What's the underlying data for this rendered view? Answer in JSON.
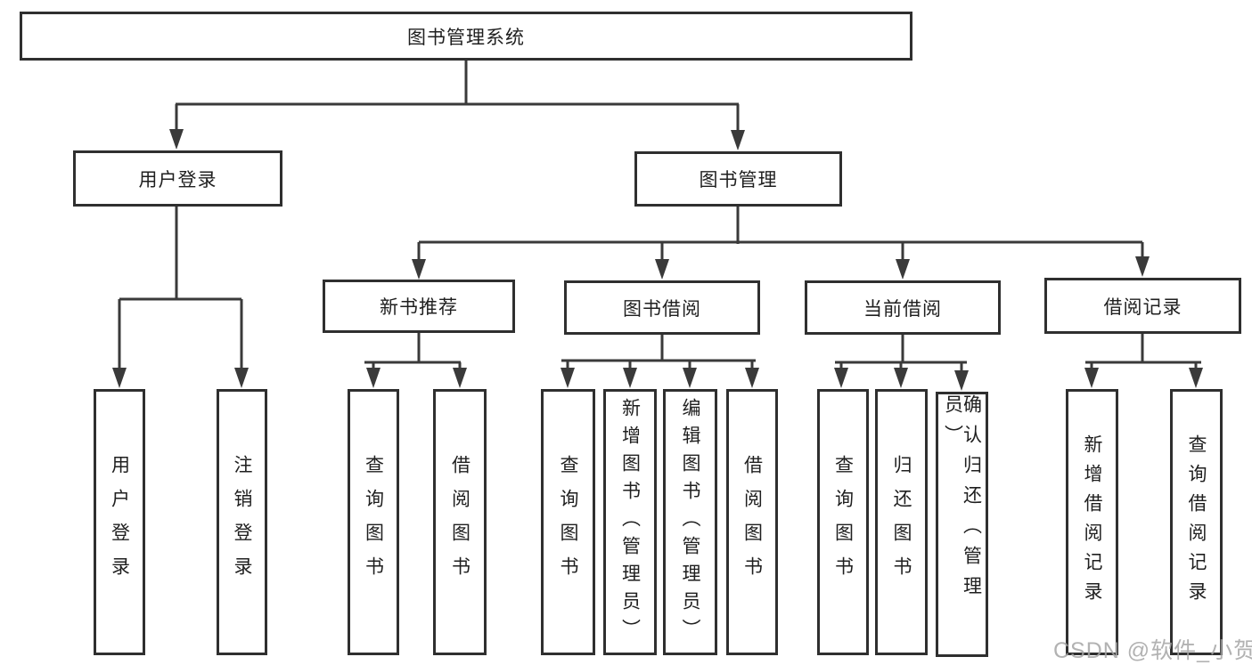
{
  "diagram": {
    "root": {
      "label": "图书管理系统"
    },
    "branches": [
      {
        "label": "用户登录",
        "children": [
          {
            "label": "用户登录"
          },
          {
            "label": "注销登录"
          }
        ]
      },
      {
        "label": "图书管理",
        "children": [
          {
            "label": "新书推荐",
            "children": [
              {
                "label": "查询图书"
              },
              {
                "label": "借阅图书"
              }
            ]
          },
          {
            "label": "图书借阅",
            "children": [
              {
                "label": "查询图书"
              },
              {
                "label": "新增图书（管理员）"
              },
              {
                "label": "编辑图书（管理员）"
              },
              {
                "label": "借阅图书"
              }
            ]
          },
          {
            "label": "当前借阅",
            "children": [
              {
                "label": "查询图书"
              },
              {
                "label": "归还图书"
              },
              {
                "label": "确认归还（管理员）"
              }
            ]
          },
          {
            "label": "借阅记录",
            "children": [
              {
                "label": "新增借阅记录"
              },
              {
                "label": "查询借阅记录"
              }
            ]
          }
        ]
      }
    ]
  },
  "watermark": {
    "text": "CSDN @软件_小贺同学"
  },
  "colors": {
    "line": "#3a3a3a",
    "border": "#2f2f2f",
    "text": "#1f1f1f",
    "watermark": "#a5a5a5"
  }
}
